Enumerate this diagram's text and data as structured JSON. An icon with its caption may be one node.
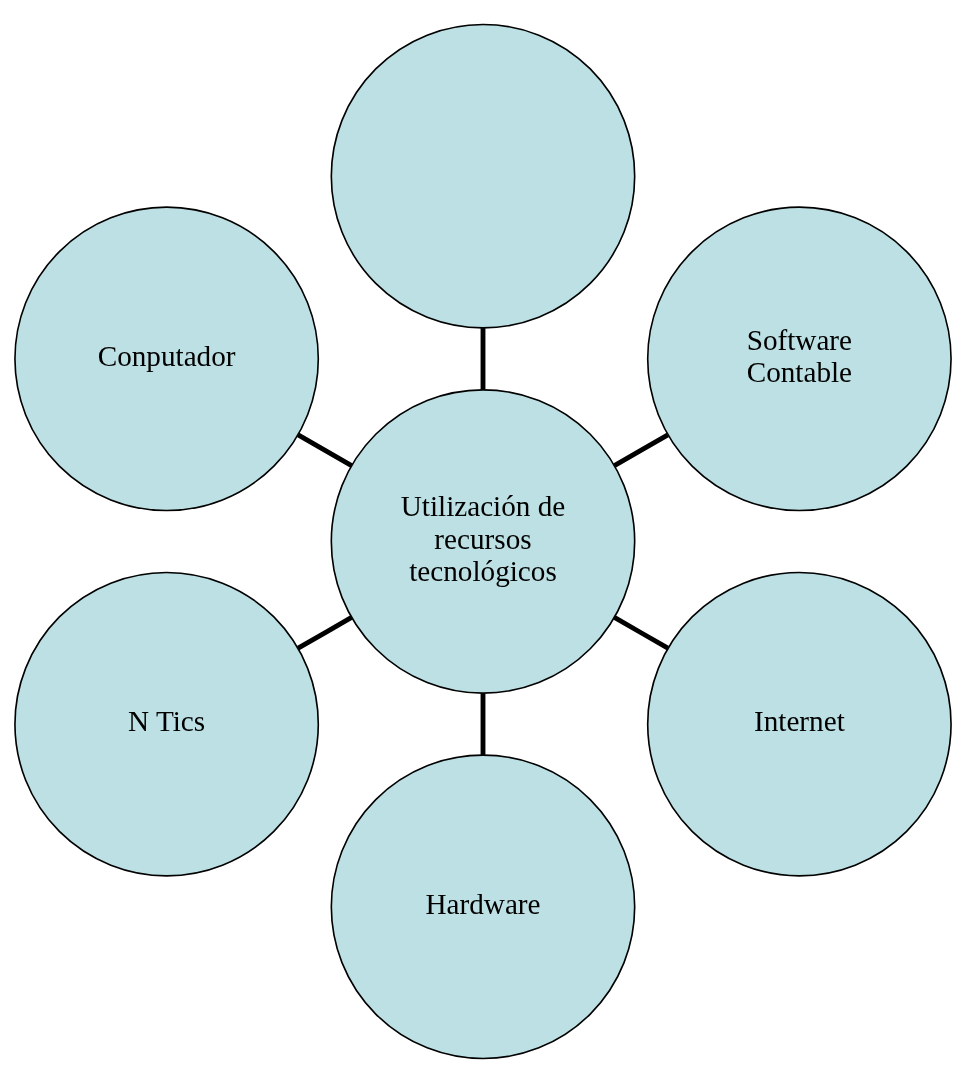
{
  "diagram": {
    "nodes": [
      {
        "text": [
          "Software Contable"
        ]
      },
      {
        "text": [],
        "shape": "circle"
      },
      {
        "text": [
          "Conputador"
        ]
      },
      {
        "text": [
          "Utilización de recursos tecnológicos"
        ]
      },
      {
        "text": [
          "N Tics"
        ]
      },
      {
        "text": [
          "Hardware"
        ]
      },
      {
        "text": [
          "Internet"
        ]
      }
    ],
    "edges": [
      {
        "from": 3,
        "to": 0,
        "arrow": "none"
      },
      {
        "from": 3,
        "to": 2,
        "arrow": "none"
      },
      {
        "from": 3,
        "to": 5,
        "arrow": "none"
      },
      {
        "from": 3,
        "to": 6,
        "arrow": "none"
      },
      {
        "from": 3,
        "to": 4,
        "arrow": "none"
      },
      {
        "from": 3,
        "to": 1,
        "arrow": "none"
      }
    ]
  }
}
